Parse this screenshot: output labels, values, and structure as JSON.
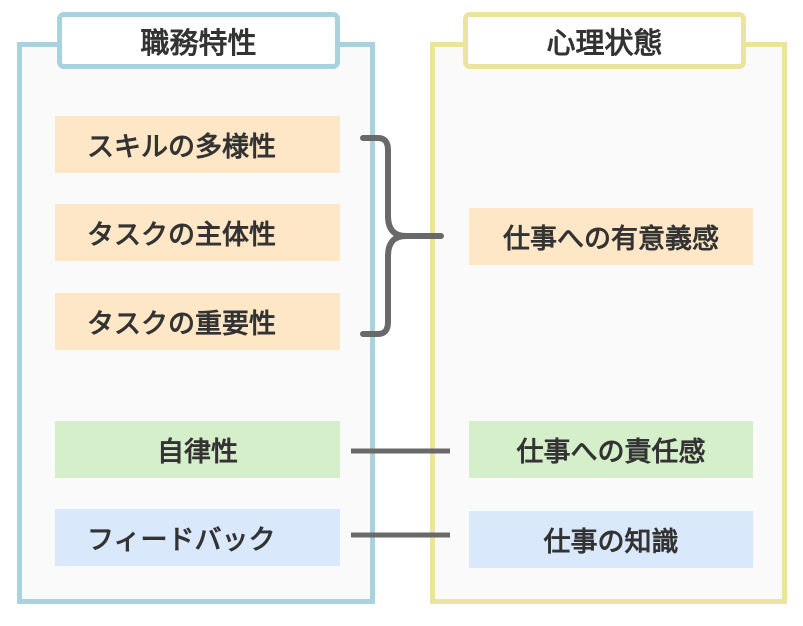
{
  "left_panel": {
    "title": "職務特性",
    "items": [
      {
        "label": "スキルの多様性",
        "color": "#fde7c6"
      },
      {
        "label": "タスクの主体性",
        "color": "#fde7c6"
      },
      {
        "label": "タスクの重要性",
        "color": "#fde7c6"
      },
      {
        "label": "自律性",
        "color": "#d6efcb"
      },
      {
        "label": "フィードバック",
        "color": "#dae8fb"
      }
    ],
    "border_color": "#a8d3de"
  },
  "right_panel": {
    "title": "心理状態",
    "items": [
      {
        "label": "仕事への有意義感",
        "color": "#fde7c6"
      },
      {
        "label": "仕事への責任感",
        "color": "#d6efcb"
      },
      {
        "label": "仕事の知識",
        "color": "#dae8fb"
      }
    ],
    "border_color": "#eae49c"
  },
  "connectors": [
    {
      "from": [
        "スキルの多様性",
        "タスクの主体性",
        "タスクの重要性"
      ],
      "to": "仕事への有意義感",
      "style": "brace"
    },
    {
      "from": [
        "自律性"
      ],
      "to": "仕事への責任感",
      "style": "line"
    },
    {
      "from": [
        "フィードバック"
      ],
      "to": "仕事の知識",
      "style": "line"
    }
  ]
}
